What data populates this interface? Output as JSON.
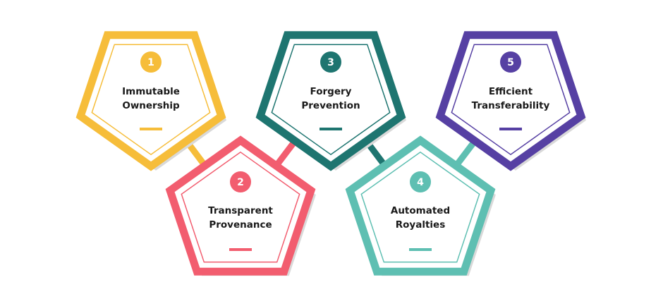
{
  "nodes": [
    {
      "number": "1",
      "line1": "Immutable",
      "line2": "Ownership",
      "color": "#F6BD3A"
    },
    {
      "number": "2",
      "line1": "Transparent",
      "line2": "Provenance",
      "color": "#F25D6F"
    },
    {
      "number": "3",
      "line1": "Forgery",
      "line2": "Prevention",
      "color": "#1E7570"
    },
    {
      "number": "4",
      "line1": "Automated",
      "line2": "Royalties",
      "color": "#5EBFB2"
    },
    {
      "number": "5",
      "line1": "Efficient",
      "line2": "Transferability",
      "color": "#5640A3"
    }
  ],
  "colors": {
    "shadow": "#D9D9D9",
    "background": "#FFFFFF"
  }
}
